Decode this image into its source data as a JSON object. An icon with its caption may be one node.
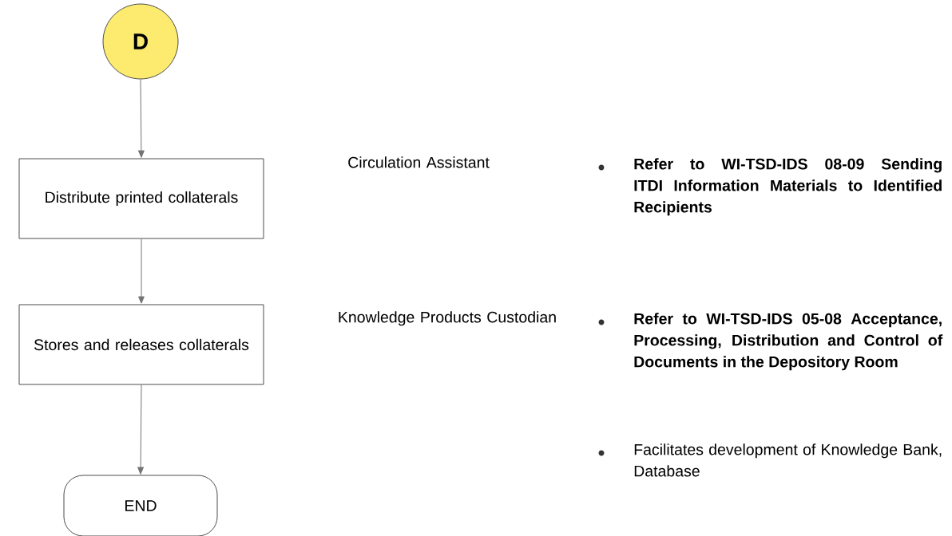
{
  "diagram": {
    "nodes": [
      {
        "text": [
          "D"
        ]
      },
      {
        "text": [
          "Distribute printed collaterals"
        ]
      },
      {
        "text": [
          "Stores and releases collaterals"
        ]
      },
      {
        "text": [
          "END"
        ]
      }
    ],
    "edges": [
      {
        "from": 0,
        "to": 1,
        "arrow": "to"
      },
      {
        "from": 1,
        "to": 2,
        "arrow": "to"
      },
      {
        "from": 2,
        "to": 3,
        "arrow": "to"
      }
    ],
    "labels": [
      "Circulation Assistant",
      "Refer to WI-TSD-IDS 08-09 Sending ITDI Information Materials to Identified Recipients",
      "Knowledge Products Custodian",
      "Refer to WI-TSD-IDS 05-08 Acceptance, Processing, Distribution and Control of Documents in the Depository Room",
      "Facilitates development of Knowledge Bank, Database"
    ]
  }
}
